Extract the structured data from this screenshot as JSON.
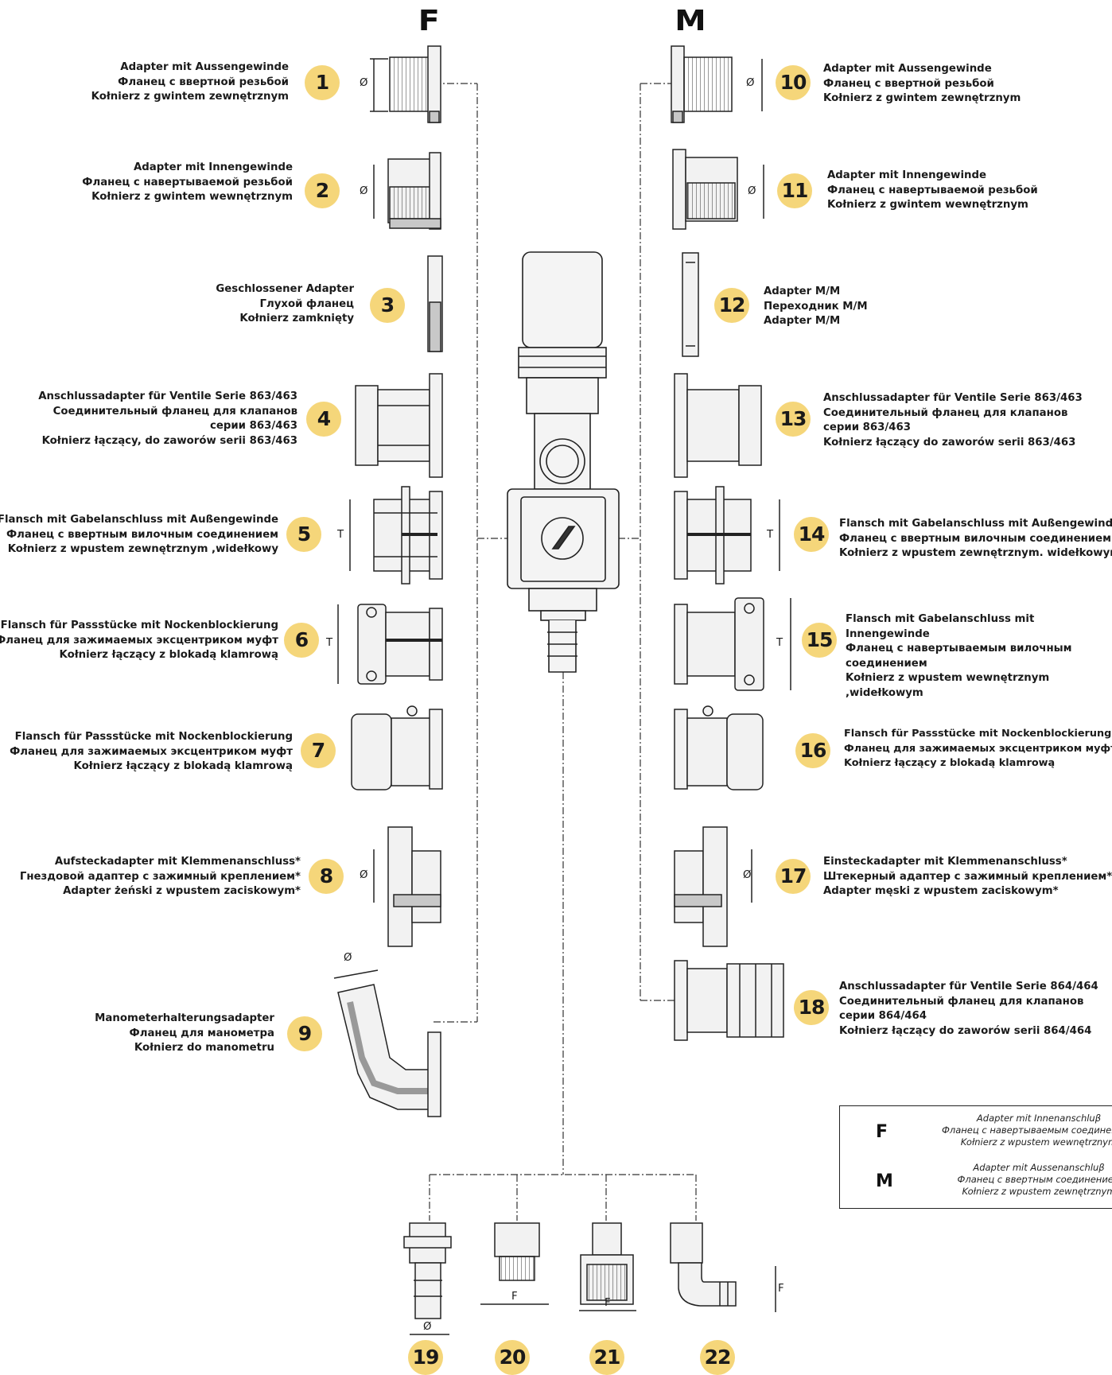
{
  "headers": {
    "female": "F",
    "male": "M"
  },
  "items": [
    {
      "num": "1",
      "lines": [
        "Adapter mit Aussengewinde",
        "Фланец с ввертной резьбой",
        "Kołnierz z gwintem zewnętrznym"
      ]
    },
    {
      "num": "2",
      "lines": [
        "Adapter mit Innengewinde",
        "Фланец с навертываемой резьбой",
        "Kołnierz z gwintem wewnętrznym"
      ]
    },
    {
      "num": "3",
      "lines": [
        "Geschlossener Adapter",
        "Глухой фланец",
        "Kołnierz zamknięty"
      ]
    },
    {
      "num": "4",
      "lines": [
        "Anschlussadapter für Ventile Serie 863/463",
        "Соединительный фланец для клапанов",
        "серии 863/463",
        "Kołnierz łączący, do zaworów serii 863/463"
      ]
    },
    {
      "num": "5",
      "lines": [
        "Flansch mit Gabelanschluss mit Außengewinde",
        "Фланец с ввертным вилочным соединением",
        "Kołnierz z wpustem zewnętrznym ,widełkowy"
      ]
    },
    {
      "num": "6",
      "lines": [
        "Flansch für Passstücke mit Nockenblockierung",
        "Фланец для зажимаемых эксцентриком муфт",
        "Kołnierz łączący z blokadą klamrową"
      ]
    },
    {
      "num": "7",
      "lines": [
        "Flansch für Passstücke mit Nockenblockierung",
        "Фланец для зажимаемых эксцентриком муфт",
        "Kołnierz łączący z blokadą klamrową"
      ]
    },
    {
      "num": "8",
      "lines": [
        "Aufsteckadapter mit Klemmenanschluss*",
        "Гнездовой адаптер с зажимный креплением*",
        "Adapter żeński z wpustem zaciskowym*"
      ]
    },
    {
      "num": "9",
      "lines": [
        "Manometerhalterungsadapter",
        "Фланец для манометра",
        "Kołnierz do manometru"
      ]
    },
    {
      "num": "10",
      "lines": [
        "Adapter mit Aussengewinde",
        "Фланец с ввертной резьбой",
        "Kołnierz z gwintem zewnętrznym"
      ]
    },
    {
      "num": "11",
      "lines": [
        "Adapter mit Innengewinde",
        "Фланец с навертываемой резьбой",
        "Kołnierz z gwintem wewnętrznym"
      ]
    },
    {
      "num": "12",
      "lines": [
        "Adapter M/M",
        "Переходник M/M",
        "Adapter M/M"
      ]
    },
    {
      "num": "13",
      "lines": [
        "Anschlussadapter für Ventile Serie 863/463",
        "Соединительный фланец для клапанов серии 863/463",
        "Kołnierz łączący do zaworów serii 863/463"
      ]
    },
    {
      "num": "14",
      "lines": [
        "Flansch mit Gabelanschluss mit Außengewinde",
        "Фланец с ввертным вилочным соединением",
        "Kołnierz z wpustem zewnętrznym. widełkowym"
      ]
    },
    {
      "num": "15",
      "lines": [
        "Flansch mit Gabelanschluss mit Innengewinde",
        "Фланец с навертываемым вилочным соединением",
        "Kołnierz z wpustem wewnętrznym ,widełkowym"
      ]
    },
    {
      "num": "16",
      "lines": [
        "Flansch für Passstücke mit Nockenblockierung",
        "Фланец для зажимаемых эксцентриком муфт",
        "Kołnierz łączący z blokadą klamrową"
      ]
    },
    {
      "num": "17",
      "lines": [
        "Einsteckadapter mit Klemmenanschluss*",
        "Штекерный адаптер с зажимный креплением*",
        "Adapter męski z wpustem zaciskowym*"
      ]
    },
    {
      "num": "18",
      "lines": [
        "Anschlussadapter für Ventile Serie 864/464",
        "Соединительный фланец для клапанов серии 864/464",
        "Kołnierz łączący do zaworów serii 864/464"
      ]
    },
    {
      "num": "19",
      "lines": []
    },
    {
      "num": "20",
      "lines": []
    },
    {
      "num": "21",
      "lines": []
    },
    {
      "num": "22",
      "lines": []
    }
  ],
  "dimension_symbols": {
    "diameter": "Ø",
    "thread": "F",
    "height": "T"
  },
  "legend": {
    "female_letter": "F",
    "female_lines": [
      "Adapter mit Innenanschluβ",
      "Фланец с навертываемым соединением",
      "Kołnierz z wpustem wewnętrznym"
    ],
    "male_letter": "M",
    "male_lines": [
      "Adapter mit Aussenanschluβ",
      "Фланец с ввертным соединением",
      "Kołnierz z wpustem zewnętrznym"
    ]
  },
  "colors": {
    "badge": "#f5d67a",
    "line": "#222222",
    "part_fill": "#f2f2f2",
    "section_fill": "#c8c8c8"
  }
}
